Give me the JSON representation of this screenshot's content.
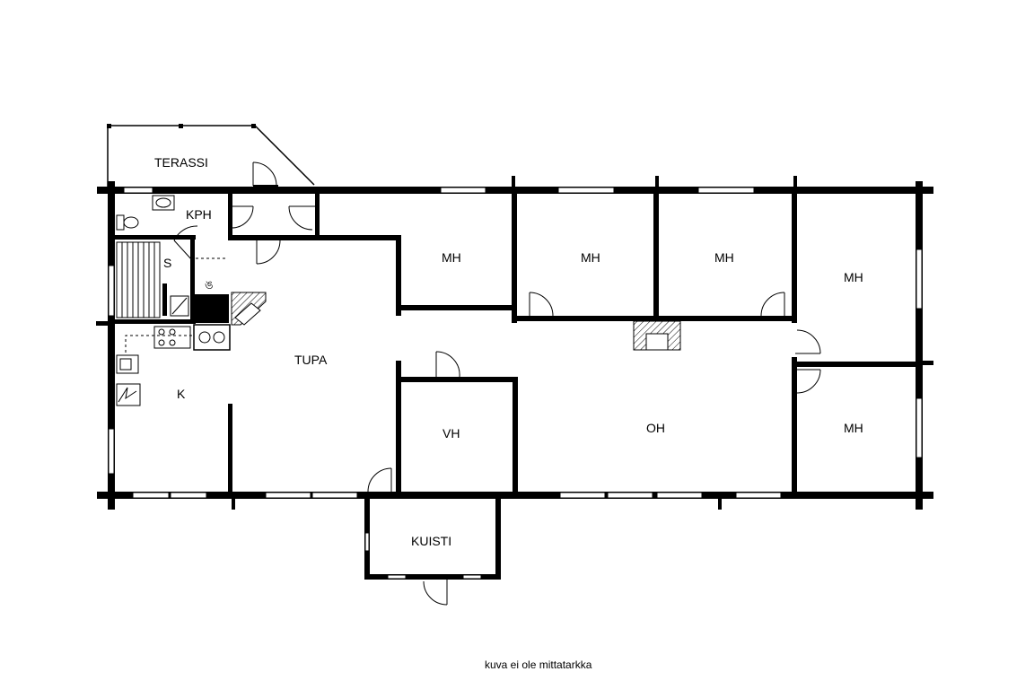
{
  "rooms": {
    "terassi": "TERASSI",
    "kph": "KPH",
    "sauna": "S",
    "tupa": "TUPA",
    "keittio": "K",
    "mh1": "MH",
    "mh2": "MH",
    "mh3": "MH",
    "mh4": "MH",
    "mh5": "MH",
    "vh": "VH",
    "oh": "OH",
    "kuisti": "KUISTI"
  },
  "caption": "kuva ei ole mittatarkka"
}
